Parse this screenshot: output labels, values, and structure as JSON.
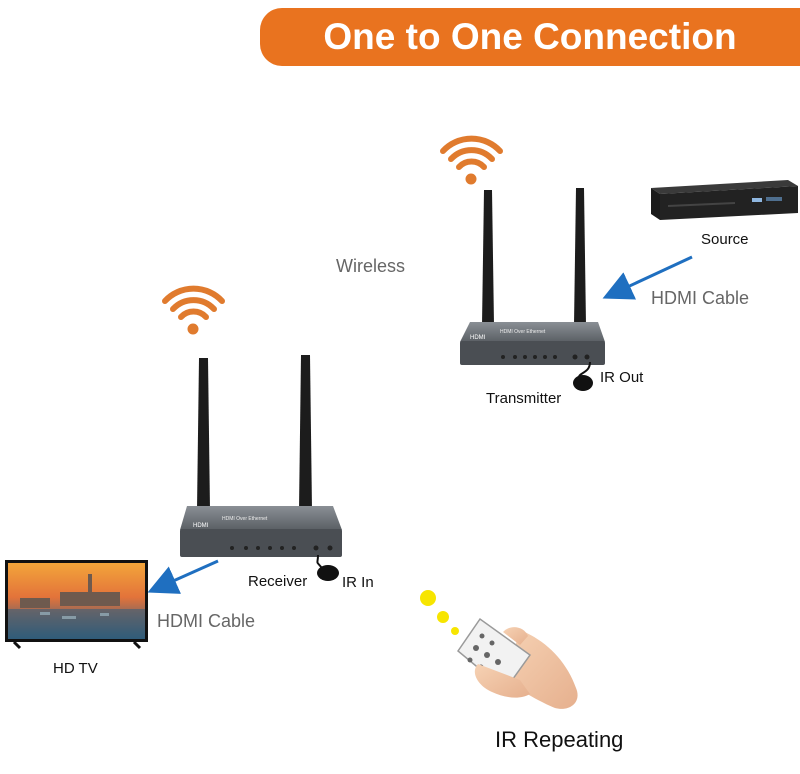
{
  "header": {
    "title": "One to One Connection"
  },
  "labels": {
    "wireless": "Wireless",
    "source": "Source",
    "hdmi_cable_top": "HDMI Cable",
    "ir_out": "IR Out",
    "transmitter": "Transmitter",
    "receiver": "Receiver",
    "ir_in": "IR In",
    "hdmi_cable_bottom": "HDMI Cable",
    "hd_tv": "HD TV",
    "ir_repeating": "IR Repeating"
  },
  "device": {
    "hdmi_logo": "HDMI",
    "model_text": "HDMI Over Ethernet"
  },
  "colors": {
    "accent_orange": "#E9731F",
    "wifi_orange": "#E07B2E",
    "arrow_blue": "#1F6FC0",
    "device_gray": "#4A4E53",
    "antenna_black": "#1C1C1C"
  }
}
